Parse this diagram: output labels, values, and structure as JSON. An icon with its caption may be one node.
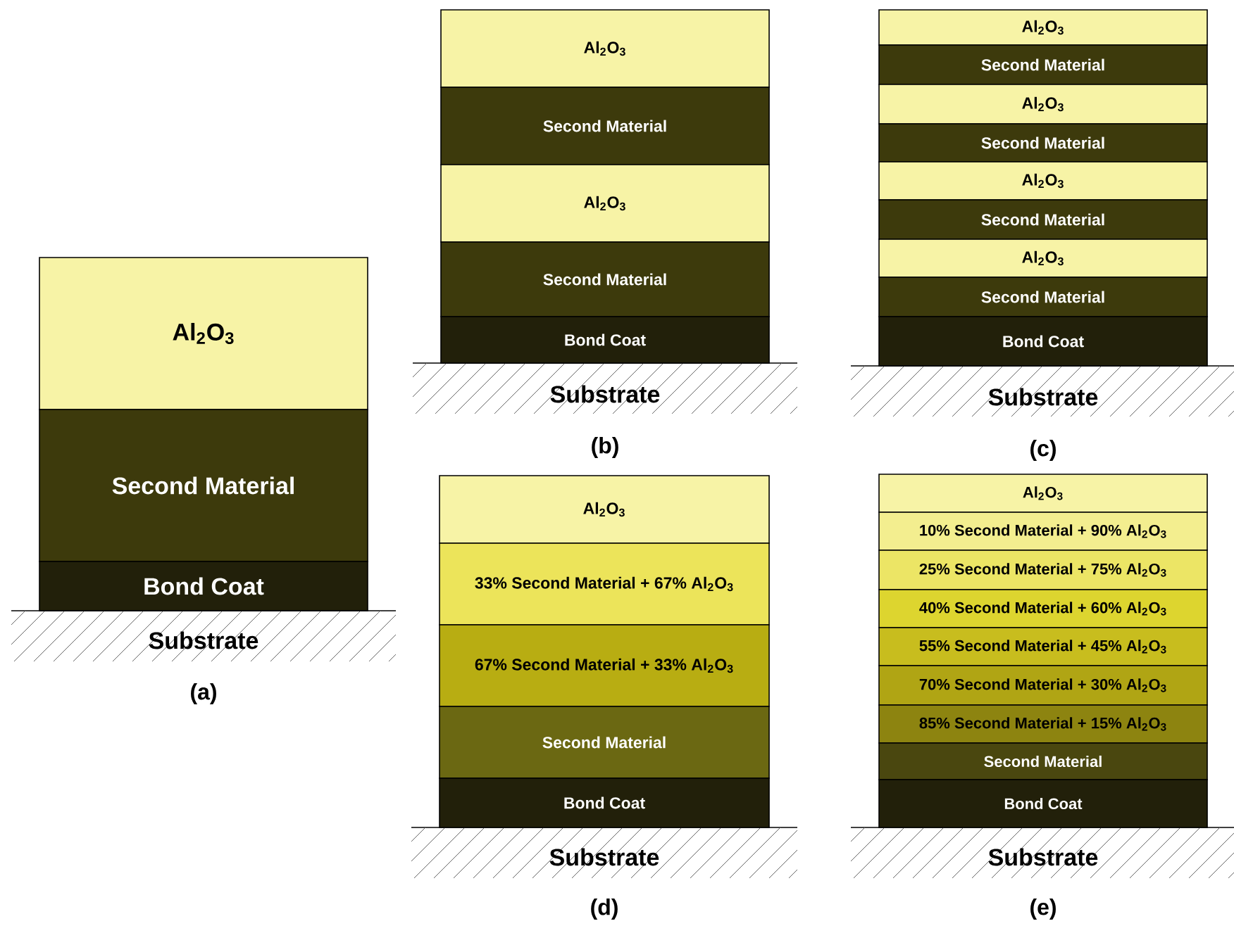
{
  "diagram": {
    "nodes": [
      {
        "text": [
          "Al$_{2}$O$_{3}$"
        ]
      },
      {
        "text": [
          "Second Material"
        ]
      },
      {
        "text": [
          "Bond Coat"
        ]
      },
      {
        "text": [
          "Al$_{2}$O$_{3}$"
        ]
      },
      {
        "text": [
          "Second Material"
        ]
      },
      {
        "text": [
          "Al$_{2}$O$_{3}$"
        ]
      },
      {
        "text": [
          "Second Material"
        ]
      },
      {
        "text": [
          "Bond Coat"
        ]
      },
      {
        "text": [
          "Al$_{2}$O$_{3}$"
        ]
      },
      {
        "text": [
          "Second Material"
        ]
      },
      {
        "text": [
          "Al$_{2}$O$_{3}$"
        ]
      },
      {
        "text": [
          "Second Material"
        ]
      },
      {
        "text": [
          "Al$_{2}$O$_{3}$"
        ]
      },
      {
        "text": [
          "Second Material"
        ]
      },
      {
        "text": [
          "Al$_{2}$O$_{3}$"
        ]
      },
      {
        "text": [
          "Second Material"
        ]
      },
      {
        "text": [
          "Bond Coat"
        ]
      },
      {
        "text": [
          "Al$_{2}$O$_{3}$"
        ]
      },
      {
        "text": [
          "33% Second Material + 67% Al$_{2}$O$_{3}$"
        ]
      },
      {
        "text": [
          "67% Second Material + 33% Al$_{2}$O$_{3}$"
        ]
      },
      {
        "text": [
          "Second Material"
        ]
      },
      {
        "text": [
          "Bond Coat"
        ]
      },
      {
        "text": [
          "Al$_{2}$O$_{3}$"
        ]
      },
      {
        "text": [
          "10% Second Material + 90% Al$_{2}$O$_{3}$"
        ]
      },
      {
        "text": [
          "25% Second Material + 75% Al$_{2}$O$_{3}$"
        ]
      },
      {
        "text": [
          "40% Second Material + 60% Al$_{2}$O$_{3}$"
        ]
      },
      {
        "text": [
          "55% Second Material + 45% Al$_{2}$O$_{3}$"
        ]
      },
      {
        "text": [
          "70% Second Material + 30% Al$_{2}$O$_{3}$"
        ]
      },
      {
        "text": [
          "85% Second Material + 15% Al$_{2}$O$_{3}$"
        ]
      },
      {
        "text": [
          "Second Material"
        ]
      },
      {
        "text": [
          "Bond Coat"
        ]
      }
    ],
    "labels": [
      "Substrate",
      "(a)",
      "Substrate",
      "(b)",
      "Substrate",
      "(c)",
      "Substrate",
      "(d)",
      "Substrate",
      "(e)"
    ]
  }
}
